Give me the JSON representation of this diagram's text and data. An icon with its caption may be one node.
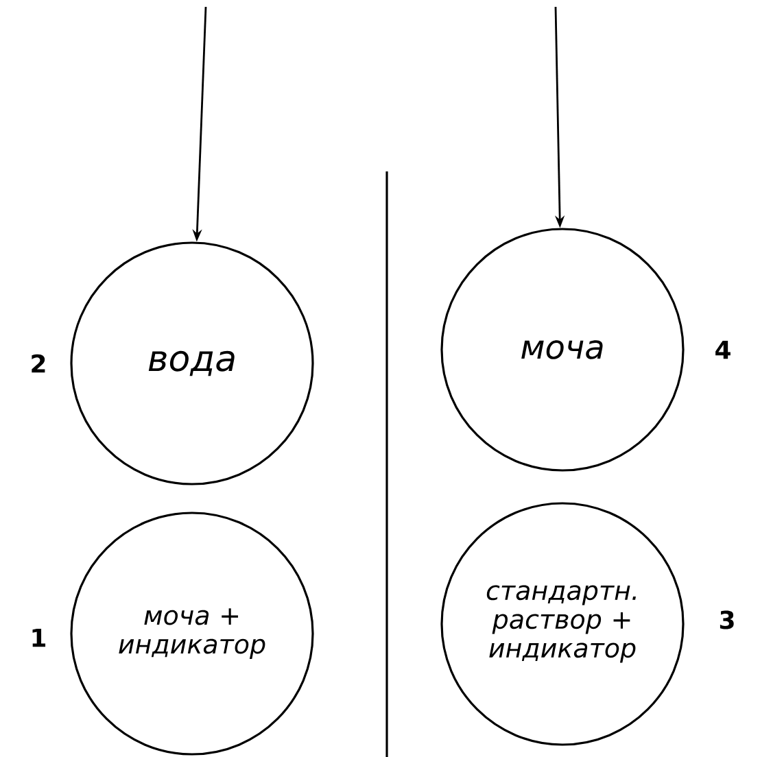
{
  "diagram": {
    "nodes": [
      {
        "text": [
          "вода"
        ],
        "beside": [
          "2"
        ]
      },
      {
        "text": [
          "моча"
        ],
        "beside": [
          "4"
        ]
      },
      {
        "text": [
          "моча + индикатор"
        ],
        "beside": [
          "1"
        ]
      },
      {
        "text": [
          "стандартн. раствор + индикатор"
        ],
        "beside": [
          "3"
        ]
      }
    ],
    "edges": [
      {
        "from": null,
        "to": 0,
        "arrow": "to"
      },
      {
        "from": null,
        "to": 1,
        "arrow": "to"
      }
    ]
  }
}
